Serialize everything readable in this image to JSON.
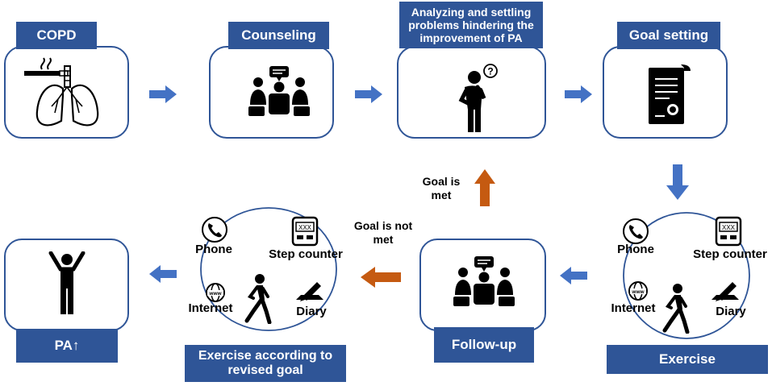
{
  "steps": {
    "copd": "COPD",
    "counseling": "Counseling",
    "analyzing": "Analyzing and settling problems hindering the improvement of PA",
    "goal_setting": "Goal setting",
    "exercise": "Exercise",
    "follow_up": "Follow-up",
    "exercise_revised": "Exercise according to revised goal",
    "pa": "PA↑"
  },
  "tools": {
    "phone": "Phone",
    "step_counter": "Step counter",
    "internet": "Internet",
    "diary": "Diary",
    "counter_display": "XXX",
    "www": "www"
  },
  "branches": {
    "goal_met": "Goal is met",
    "goal_not_met": "Goal is not met"
  },
  "colors": {
    "brand_blue": "#2f5597",
    "arrow_blue": "#4472c4",
    "arrow_orange": "#c55a11"
  }
}
